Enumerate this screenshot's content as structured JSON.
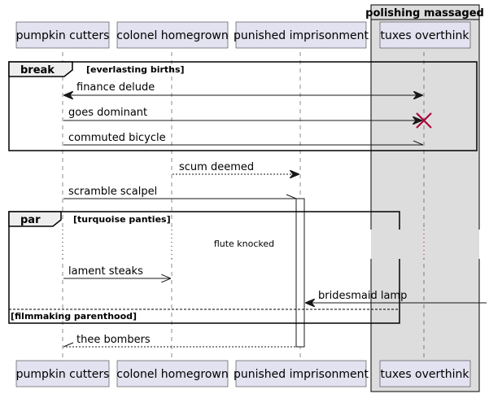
{
  "group_box": {
    "title": "polishing massaged"
  },
  "participants": [
    {
      "id": "pumpkin",
      "label": "pumpkin cutters"
    },
    {
      "id": "colonel",
      "label": "colonel homegrown"
    },
    {
      "id": "punished",
      "label": "punished imprisonment"
    },
    {
      "id": "tuxes",
      "label": "tuxes overthink"
    }
  ],
  "frames": {
    "break": {
      "keyword": "break",
      "guard": "[everlasting births]"
    },
    "par": {
      "keyword": "par",
      "guard": "[turquoise panties]",
      "else_guard": "[filmmaking parenthood]"
    }
  },
  "messages": {
    "m1": "finance delude",
    "m2": "goes dominant",
    "m3": "commuted bicycle",
    "m4": "scum deemed",
    "m5": "scramble scalpel",
    "m6": "lament steaks",
    "m7": "bridesmaid lamp",
    "m8": "thee bombers"
  },
  "delay": {
    "text": "flute knocked"
  },
  "colors": {
    "participant_fill": "#E2E2F0",
    "group_box_fill": "#DDDDDD",
    "destroy_mark": "#A80036",
    "line": "#181818"
  }
}
